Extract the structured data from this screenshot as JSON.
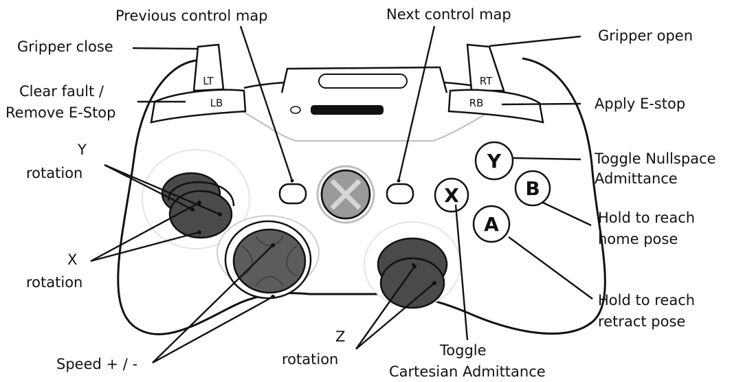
{
  "labels": {
    "previous_control_map": "Previous control map",
    "next_control_map": "Next control map",
    "gripper_close": "Gripper close",
    "gripper_open": "Gripper open",
    "clear_fault_line1": "Clear fault /",
    "clear_fault_line2": "Remove E-Stop",
    "apply_estop": "Apply E-stop",
    "y_rotation_line1": "Y",
    "y_rotation_line2": "rotation",
    "x_rotation_line1": "X",
    "x_rotation_line2": "rotation",
    "toggle_nullspace_line1": "Toggle Nullspace",
    "toggle_nullspace_line2": "Admittance",
    "home_pose_line1": "Hold to reach",
    "home_pose_line2": "home pose",
    "retract_pose_line1": "Hold to reach",
    "retract_pose_line2": "retract pose",
    "z_rotation_line1": "Z",
    "z_rotation_line2": "rotation",
    "speed": "Speed + / -",
    "toggle_cartesian_line1": "Toggle",
    "toggle_cartesian_line2": "Cartesian Admittance"
  },
  "buttons": {
    "lt": "LT",
    "rt": "RT",
    "lb": "LB",
    "rb": "RB",
    "y": "Y",
    "b": "B",
    "a": "A",
    "x": "X"
  },
  "colors": {
    "outline": "#111111",
    "stick_dark": "#4a4a4a",
    "stick_mid": "#5c5c5c",
    "guide_grey": "#9a9a9a",
    "guide_ring": "#bdbdbd"
  }
}
